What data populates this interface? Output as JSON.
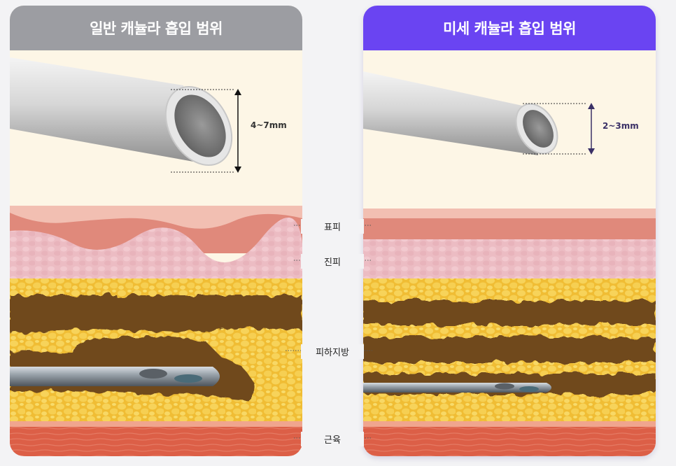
{
  "panels": {
    "left": {
      "title": "일반 캐뉼라 흡입 범위",
      "size": "4~7mm",
      "header_color": "#9c9da2"
    },
    "right": {
      "title": "미세 캐뉼라 흡입 범위",
      "size": "2~3mm",
      "header_color": "#6a44f2"
    }
  },
  "layers": {
    "epidermis": "표피",
    "dermis": "진피",
    "subcutaneous_fat": "피하지방",
    "muscle": "근육"
  },
  "colors": {
    "background": "#fdf6e6",
    "epidermis": "#e0897b",
    "dermis": "#ecbcc3",
    "fat": "#f1c23c",
    "aspirated_fat": "#6f4a1c",
    "muscle": "#dc5f47"
  }
}
